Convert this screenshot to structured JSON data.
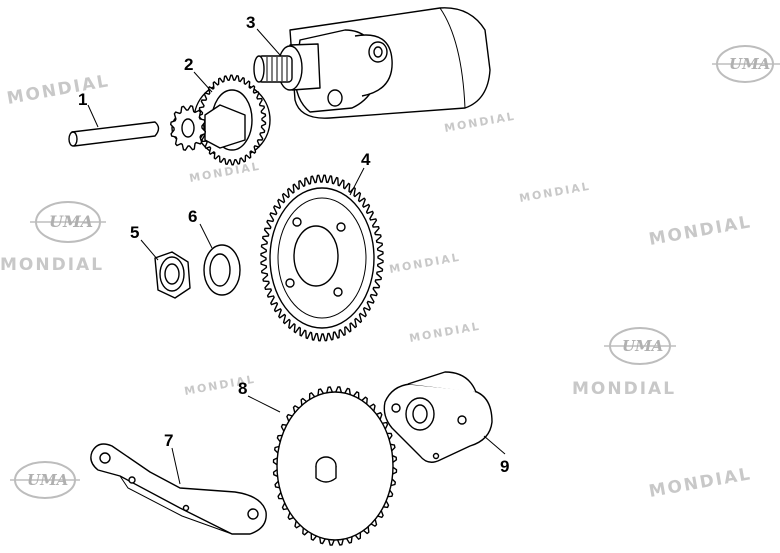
{
  "watermark": {
    "brand": "MONDIAL",
    "logo": "UMA"
  },
  "callouts": [
    {
      "id": "1",
      "label": "1"
    },
    {
      "id": "2",
      "label": "2"
    },
    {
      "id": "3",
      "label": "3"
    },
    {
      "id": "4",
      "label": "4"
    },
    {
      "id": "5",
      "label": "5"
    },
    {
      "id": "6",
      "label": "6"
    },
    {
      "id": "7",
      "label": "7"
    },
    {
      "id": "8",
      "label": "8"
    },
    {
      "id": "9",
      "label": "9"
    }
  ]
}
